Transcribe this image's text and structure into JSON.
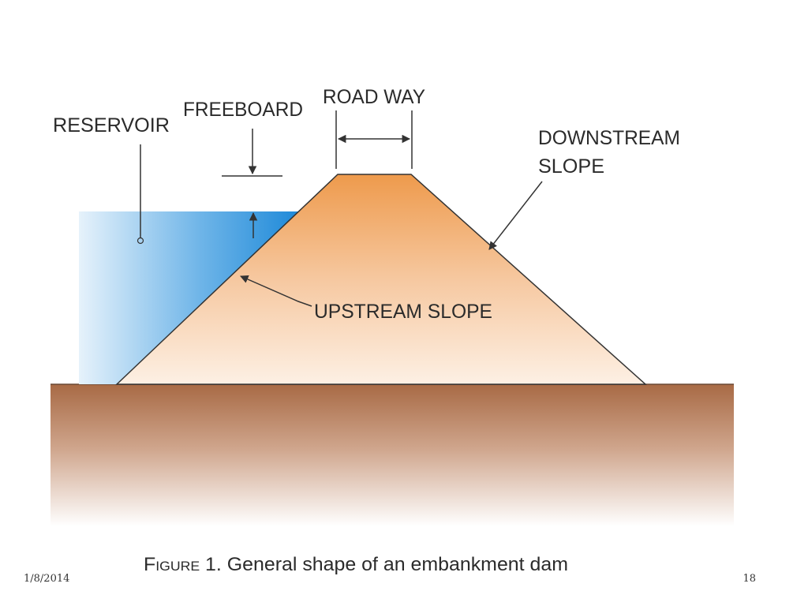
{
  "diagram": {
    "labels": {
      "reservoir": "RESERVOIR",
      "freeboard": "FREEBOARD",
      "road_way": "ROAD WAY",
      "downstream_line1": "DOWNSTREAM",
      "downstream_line2": "SLOPE",
      "upstream": "UPSTREAM SLOPE"
    },
    "caption": {
      "figure_word": "Figure",
      "rest": " 1. General shape of an embankment dam"
    },
    "colors": {
      "water_deep": "#1f8ad9",
      "water_light": "#d6ebf8",
      "embankment_top": "#ee9a4c",
      "embankment_bottom": "#fdf0e4",
      "ground_top": "#a86a45",
      "ground_bottom": "#ffffff",
      "line": "#333333"
    }
  },
  "footer": {
    "date": "1/8/2014",
    "page": "18"
  }
}
